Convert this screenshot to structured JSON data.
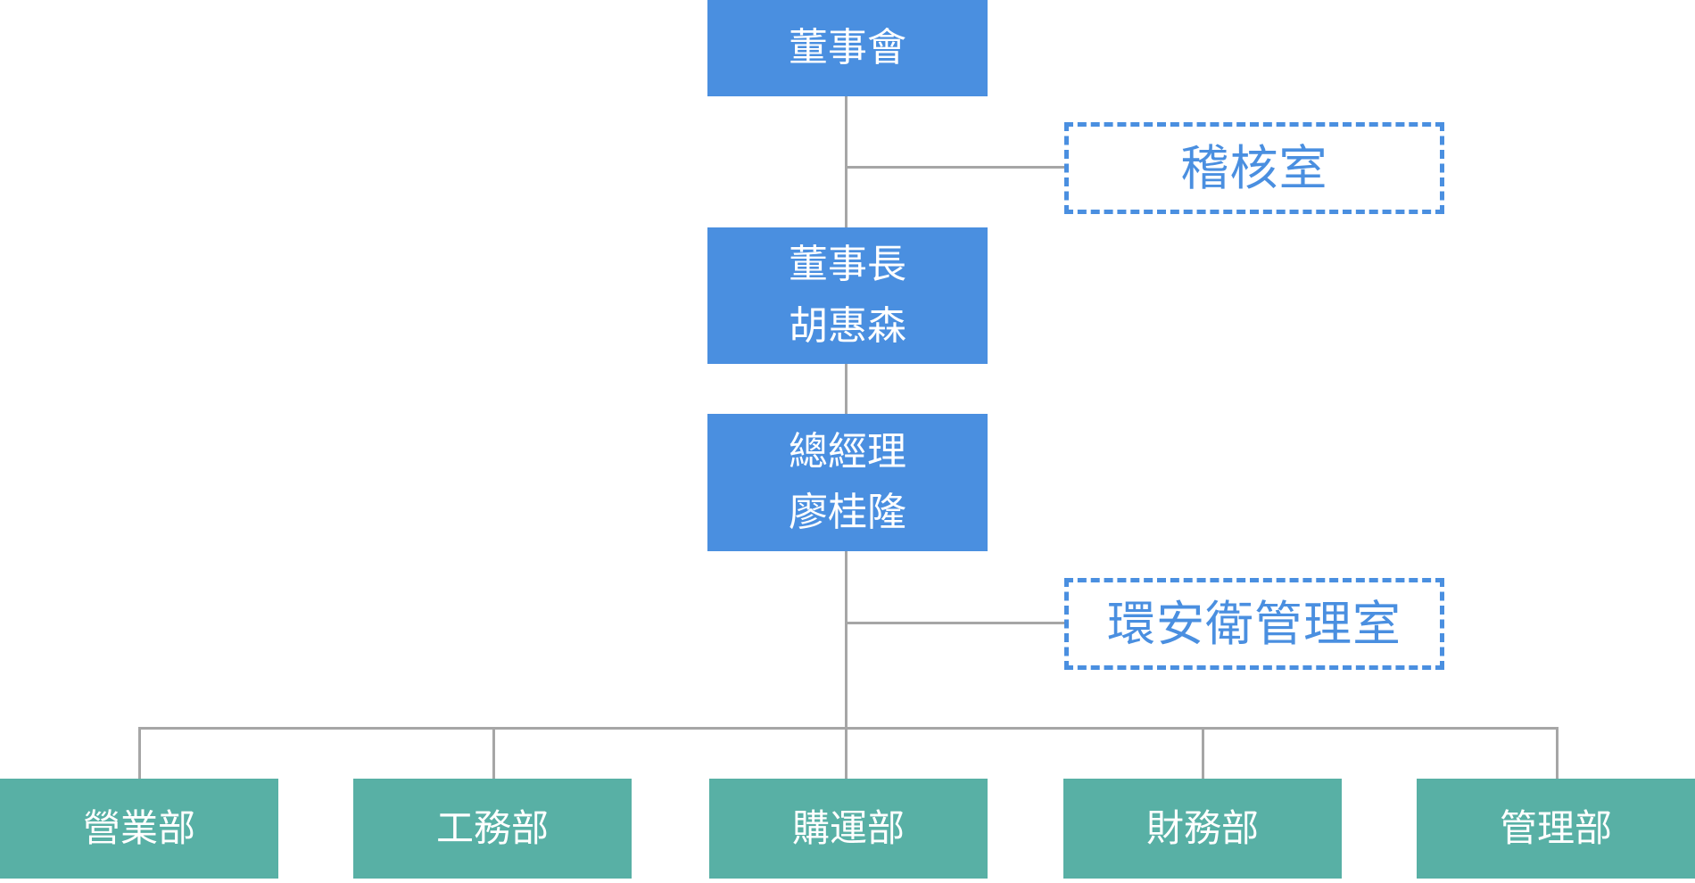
{
  "org_chart": {
    "board": {
      "label": "董事會"
    },
    "audit_office": {
      "label": "稽核室"
    },
    "chairman": {
      "title": "董事長",
      "name": "胡惠森"
    },
    "general_manager": {
      "title": "總經理",
      "name": "廖桂隆"
    },
    "ehs_office": {
      "label": "環安衛管理室"
    },
    "departments": [
      {
        "label": "營業部"
      },
      {
        "label": "工務部"
      },
      {
        "label": "購運部"
      },
      {
        "label": "財務部"
      },
      {
        "label": "管理部"
      }
    ]
  },
  "colors": {
    "primary_box": "#4a8fe0",
    "department_box": "#58b0a5",
    "connector": "#a6a6a6",
    "box_text": "#ffffff",
    "dashed_text": "#4a8fe0"
  }
}
